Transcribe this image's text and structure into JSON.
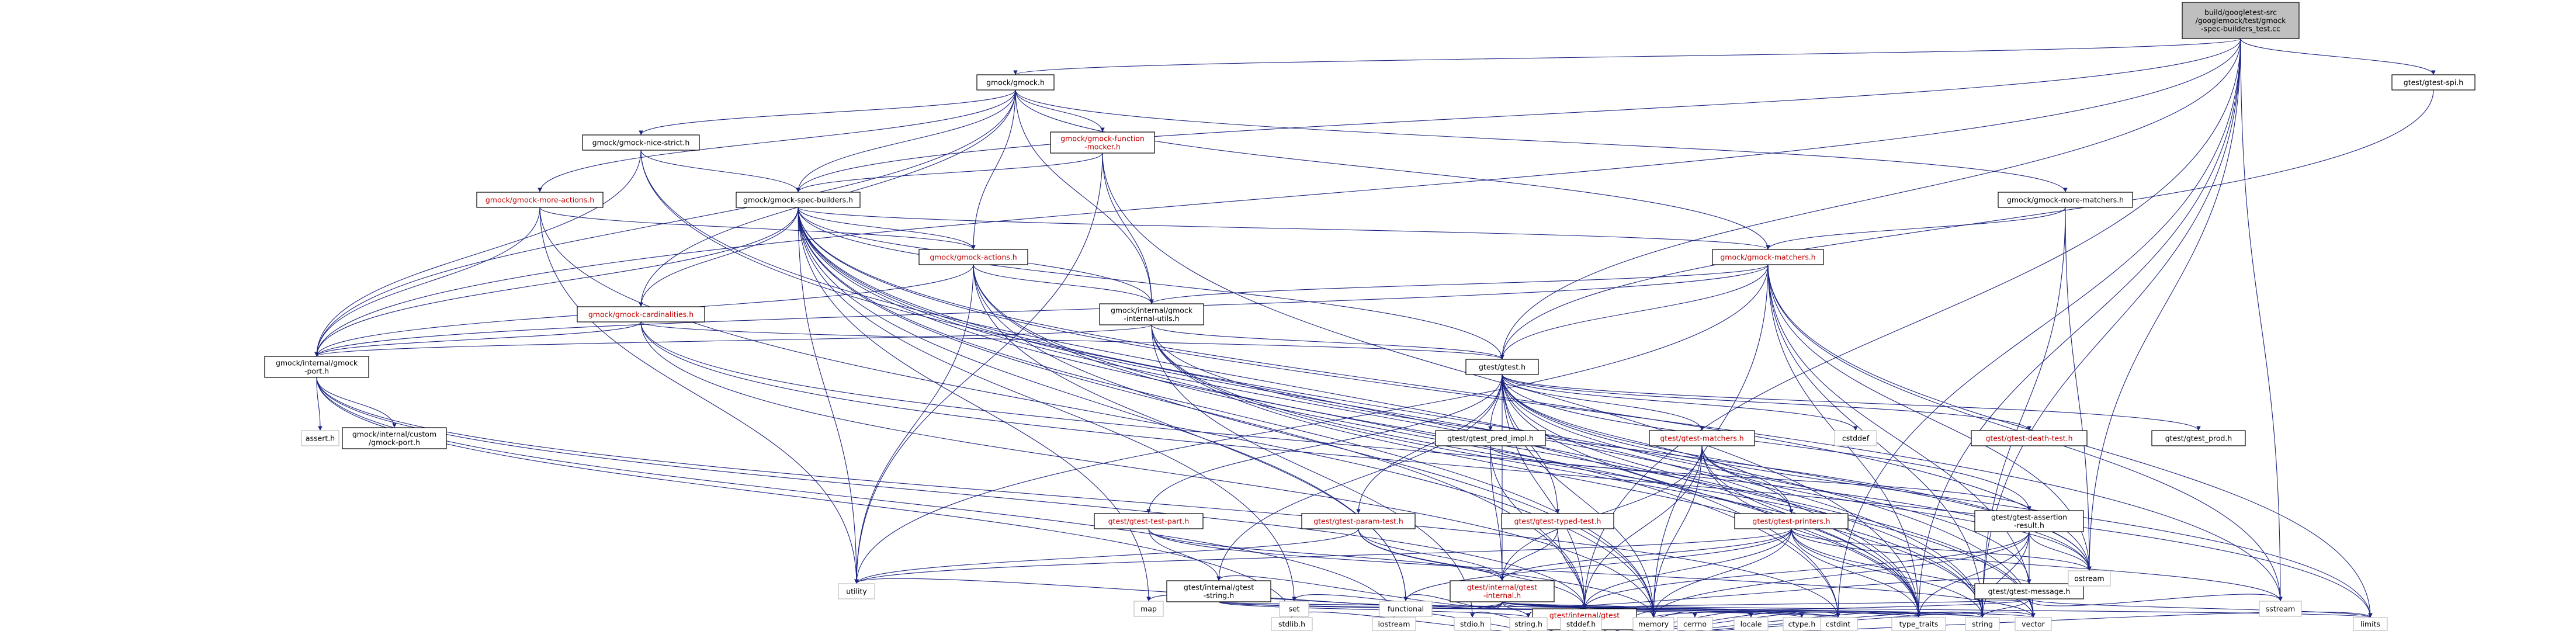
{
  "nodes": [
    {
      "id": "root",
      "lines": [
        "build/googletest-src",
        "/googlemock/test/gmock",
        "-spec-builders_test.cc"
      ],
      "style": "root"
    },
    {
      "id": "gmock_h",
      "lines": [
        "gmock/gmock.h"
      ],
      "style": "normal"
    },
    {
      "id": "spi",
      "lines": [
        "gtest/gtest-spi.h"
      ],
      "style": "normal"
    },
    {
      "id": "function_mocker",
      "lines": [
        "gmock/gmock-function",
        "-mocker.h"
      ],
      "style": "red"
    },
    {
      "id": "nice_strict",
      "lines": [
        "gmock/gmock-nice-strict.h"
      ],
      "style": "normal"
    },
    {
      "id": "more_actions",
      "lines": [
        "gmock/gmock-more-actions.h"
      ],
      "style": "red"
    },
    {
      "id": "more_matchers",
      "lines": [
        "gmock/gmock-more-matchers.h"
      ],
      "style": "normal"
    },
    {
      "id": "spec_builders",
      "lines": [
        "gmock/gmock-spec-builders.h"
      ],
      "style": "normal"
    },
    {
      "id": "actions",
      "lines": [
        "gmock/gmock-actions.h"
      ],
      "style": "red"
    },
    {
      "id": "matchers",
      "lines": [
        "gmock/gmock-matchers.h"
      ],
      "style": "red"
    },
    {
      "id": "cardinalities",
      "lines": [
        "gmock/gmock-cardinalities.h"
      ],
      "style": "red"
    },
    {
      "id": "internal_utils",
      "lines": [
        "gmock/internal/gmock",
        "-internal-utils.h"
      ],
      "style": "normal"
    },
    {
      "id": "gmock_port",
      "lines": [
        "gmock/internal/gmock",
        "-port.h"
      ],
      "style": "normal"
    },
    {
      "id": "gtest_h",
      "lines": [
        "gtest/gtest.h"
      ],
      "style": "normal"
    },
    {
      "id": "assert_h",
      "lines": [
        "assert.h"
      ],
      "style": "gray"
    },
    {
      "id": "custom_port",
      "lines": [
        "gmock/internal/custom",
        "/gmock-port.h"
      ],
      "style": "normal"
    },
    {
      "id": "cstddef",
      "lines": [
        "cstddef"
      ],
      "style": "gray"
    },
    {
      "id": "death_test",
      "lines": [
        "gtest/gtest-death-test.h"
      ],
      "style": "red"
    },
    {
      "id": "gtest_prod",
      "lines": [
        "gtest/gtest_prod.h"
      ],
      "style": "normal"
    },
    {
      "id": "pred_impl",
      "lines": [
        "gtest/gtest_pred_impl.h"
      ],
      "style": "normal"
    },
    {
      "id": "gtest_matchers",
      "lines": [
        "gtest/gtest-matchers.h"
      ],
      "style": "red"
    },
    {
      "id": "typed_test",
      "lines": [
        "gtest/gtest-typed-test.h"
      ],
      "style": "red"
    },
    {
      "id": "test_part",
      "lines": [
        "gtest/gtest-test-part.h"
      ],
      "style": "red"
    },
    {
      "id": "param_test",
      "lines": [
        "gtest/gtest-param-test.h"
      ],
      "style": "red"
    },
    {
      "id": "printers",
      "lines": [
        "gtest/gtest-printers.h"
      ],
      "style": "red"
    },
    {
      "id": "assertion_result",
      "lines": [
        "gtest/gtest-assertion",
        "-result.h"
      ],
      "style": "normal"
    },
    {
      "id": "internal_gtest",
      "lines": [
        "gtest/internal/gtest",
        "-internal.h"
      ],
      "style": "red"
    },
    {
      "id": "gtest_string",
      "lines": [
        "gtest/internal/gtest",
        "-string.h"
      ],
      "style": "normal"
    },
    {
      "id": "gtest_message",
      "lines": [
        "gtest/gtest-message.h"
      ],
      "style": "normal"
    },
    {
      "id": "gtest_port",
      "lines": [
        "gtest/internal/gtest",
        "-port.h"
      ],
      "style": "red"
    },
    {
      "id": "utility",
      "lines": [
        "utility"
      ],
      "style": "gray"
    },
    {
      "id": "ostream",
      "lines": [
        "ostream"
      ],
      "style": "gray"
    },
    {
      "id": "map",
      "lines": [
        "map"
      ],
      "style": "gray"
    },
    {
      "id": "set",
      "lines": [
        "set"
      ],
      "style": "gray"
    },
    {
      "id": "functional",
      "lines": [
        "functional"
      ],
      "style": "gray"
    },
    {
      "id": "sstream",
      "lines": [
        "sstream"
      ],
      "style": "gray"
    },
    {
      "id": "cstdint",
      "lines": [
        "cstdint"
      ],
      "style": "gray"
    },
    {
      "id": "vector",
      "lines": [
        "vector"
      ],
      "style": "gray"
    },
    {
      "id": "memory",
      "lines": [
        "memory"
      ],
      "style": "gray"
    },
    {
      "id": "stdlib_h",
      "lines": [
        "stdlib.h"
      ],
      "style": "gray"
    },
    {
      "id": "iostream",
      "lines": [
        "iostream"
      ],
      "style": "gray"
    },
    {
      "id": "stdio_h",
      "lines": [
        "stdio.h"
      ],
      "style": "gray"
    },
    {
      "id": "string_h",
      "lines": [
        "string.h"
      ],
      "style": "gray"
    },
    {
      "id": "stddef_h",
      "lines": [
        "stddef.h"
      ],
      "style": "gray"
    },
    {
      "id": "cerrno",
      "lines": [
        "cerrno"
      ],
      "style": "gray"
    },
    {
      "id": "locale",
      "lines": [
        "locale"
      ],
      "style": "gray"
    },
    {
      "id": "ctype_h",
      "lines": [
        "ctype.h"
      ],
      "style": "gray"
    },
    {
      "id": "type_traits",
      "lines": [
        "type_traits"
      ],
      "style": "gray"
    },
    {
      "id": "string",
      "lines": [
        "string"
      ],
      "style": "gray"
    },
    {
      "id": "limits",
      "lines": [
        "limits"
      ],
      "style": "gray"
    }
  ],
  "edges": [
    [
      "root",
      "gmock_h"
    ],
    [
      "root",
      "spi"
    ],
    [
      "root",
      "spec_builders"
    ],
    [
      "root",
      "gmock_port"
    ],
    [
      "root",
      "gtest_h"
    ],
    [
      "root",
      "gtest_port"
    ],
    [
      "root",
      "cstdint"
    ],
    [
      "root",
      "ostream"
    ],
    [
      "root",
      "sstream"
    ],
    [
      "root",
      "string"
    ],
    [
      "root",
      "type_traits"
    ],
    [
      "spi",
      "gtest_h"
    ],
    [
      "gmock_h",
      "function_mocker"
    ],
    [
      "gmock_h",
      "nice_strict"
    ],
    [
      "gmock_h",
      "more_actions"
    ],
    [
      "gmock_h",
      "more_matchers"
    ],
    [
      "gmock_h",
      "spec_builders"
    ],
    [
      "gmock_h",
      "actions"
    ],
    [
      "gmock_h",
      "matchers"
    ],
    [
      "gmock_h",
      "cardinalities"
    ],
    [
      "gmock_h",
      "internal_utils"
    ],
    [
      "gmock_h",
      "gmock_port"
    ],
    [
      "function_mocker",
      "spec_builders"
    ],
    [
      "function_mocker",
      "internal_utils"
    ],
    [
      "function_mocker",
      "utility"
    ],
    [
      "function_mocker",
      "type_traits"
    ],
    [
      "nice_strict",
      "spec_builders"
    ],
    [
      "nice_strict",
      "gmock_port"
    ],
    [
      "nice_strict",
      "cstdint"
    ],
    [
      "nice_strict",
      "type_traits"
    ],
    [
      "more_actions",
      "actions"
    ],
    [
      "more_actions",
      "gmock_port"
    ],
    [
      "more_actions",
      "memory"
    ],
    [
      "more_actions",
      "utility"
    ],
    [
      "more_matchers",
      "matchers"
    ],
    [
      "more_matchers",
      "ostream"
    ],
    [
      "more_matchers",
      "string"
    ],
    [
      "spec_builders",
      "actions"
    ],
    [
      "spec_builders",
      "matchers"
    ],
    [
      "spec_builders",
      "cardinalities"
    ],
    [
      "spec_builders",
      "internal_utils"
    ],
    [
      "spec_builders",
      "gmock_port"
    ],
    [
      "spec_builders",
      "gtest_h"
    ],
    [
      "spec_builders",
      "functional"
    ],
    [
      "spec_builders",
      "map"
    ],
    [
      "spec_builders",
      "set"
    ],
    [
      "spec_builders",
      "sstream"
    ],
    [
      "spec_builders",
      "vector"
    ],
    [
      "spec_builders",
      "memory"
    ],
    [
      "spec_builders",
      "ostream"
    ],
    [
      "spec_builders",
      "string"
    ],
    [
      "spec_builders",
      "type_traits"
    ],
    [
      "spec_builders",
      "utility"
    ],
    [
      "spec_builders",
      "cstdint"
    ],
    [
      "spec_builders",
      "gtest_port"
    ],
    [
      "actions",
      "internal_utils"
    ],
    [
      "actions",
      "gmock_port"
    ],
    [
      "actions",
      "functional"
    ],
    [
      "actions",
      "memory"
    ],
    [
      "actions",
      "string"
    ],
    [
      "actions",
      "type_traits"
    ],
    [
      "actions",
      "utility"
    ],
    [
      "matchers",
      "internal_utils"
    ],
    [
      "matchers",
      "gmock_port"
    ],
    [
      "matchers",
      "gtest_h"
    ],
    [
      "matchers",
      "ostream"
    ],
    [
      "matchers",
      "sstream"
    ],
    [
      "matchers",
      "string"
    ],
    [
      "matchers",
      "type_traits"
    ],
    [
      "matchers",
      "utility"
    ],
    [
      "matchers",
      "vector"
    ],
    [
      "matchers",
      "memory"
    ],
    [
      "matchers",
      "limits"
    ],
    [
      "cardinalities",
      "gmock_port"
    ],
    [
      "cardinalities",
      "gtest_h"
    ],
    [
      "cardinalities",
      "memory"
    ],
    [
      "cardinalities",
      "ostream"
    ],
    [
      "cardinalities",
      "limits"
    ],
    [
      "internal_utils",
      "gmock_port"
    ],
    [
      "internal_utils",
      "gtest_h"
    ],
    [
      "internal_utils",
      "ostream"
    ],
    [
      "internal_utils",
      "string"
    ],
    [
      "internal_utils",
      "type_traits"
    ],
    [
      "internal_utils",
      "vector"
    ],
    [
      "internal_utils",
      "stdio_h"
    ],
    [
      "gmock_port",
      "assert_h"
    ],
    [
      "gmock_port",
      "custom_port"
    ],
    [
      "gmock_port",
      "gtest_port"
    ],
    [
      "gmock_port",
      "cstdint"
    ],
    [
      "gmock_port",
      "stdlib_h"
    ],
    [
      "gmock_port",
      "iostream"
    ],
    [
      "gtest_h",
      "cstddef"
    ],
    [
      "gtest_h",
      "death_test"
    ],
    [
      "gtest_h",
      "gtest_prod"
    ],
    [
      "gtest_h",
      "pred_impl"
    ],
    [
      "gtest_h",
      "gtest_matchers"
    ],
    [
      "gtest_h",
      "typed_test"
    ],
    [
      "gtest_h",
      "test_part"
    ],
    [
      "gtest_h",
      "param_test"
    ],
    [
      "gtest_h",
      "printers"
    ],
    [
      "gtest_h",
      "assertion_result"
    ],
    [
      "gtest_h",
      "internal_gtest"
    ],
    [
      "gtest_h",
      "gtest_string"
    ],
    [
      "gtest_h",
      "gtest_message"
    ],
    [
      "gtest_h",
      "ostream"
    ],
    [
      "gtest_h",
      "limits"
    ],
    [
      "gtest_h",
      "memory"
    ],
    [
      "gtest_h",
      "vector"
    ],
    [
      "gtest_h",
      "type_traits"
    ],
    [
      "gtest_h",
      "gtest_port"
    ],
    [
      "pred_impl",
      "assertion_result"
    ],
    [
      "pred_impl",
      "internal_gtest"
    ],
    [
      "pred_impl",
      "gtest_port"
    ],
    [
      "gtest_matchers",
      "printers"
    ],
    [
      "gtest_matchers",
      "internal_gtest"
    ],
    [
      "gtest_matchers",
      "gtest_port"
    ],
    [
      "gtest_matchers",
      "atomic"
    ],
    [
      "gtest_matchers",
      "memory"
    ],
    [
      "gtest_matchers",
      "ostream"
    ],
    [
      "gtest_matchers",
      "string"
    ],
    [
      "gtest_matchers",
      "type_traits"
    ],
    [
      "typed_test",
      "internal_gtest"
    ],
    [
      "typed_test",
      "gtest_port"
    ],
    [
      "test_part",
      "internal_gtest"
    ],
    [
      "test_part",
      "gtest_string"
    ],
    [
      "test_part",
      "iosfwd"
    ],
    [
      "test_part",
      "vector"
    ],
    [
      "param_test",
      "internal_gtest"
    ],
    [
      "param_test",
      "gtest_port"
    ],
    [
      "param_test",
      "utility"
    ],
    [
      "param_test",
      "memory"
    ],
    [
      "printers",
      "internal_gtest"
    ],
    [
      "printers",
      "gtest_port"
    ],
    [
      "printers",
      "functional"
    ],
    [
      "printers",
      "memory"
    ],
    [
      "printers",
      "ostream"
    ],
    [
      "printers",
      "sstream"
    ],
    [
      "printers",
      "string"
    ],
    [
      "printers",
      "type_traits"
    ],
    [
      "printers",
      "utility"
    ],
    [
      "printers",
      "vector"
    ],
    [
      "assertion_result",
      "gtest_message"
    ],
    [
      "assertion_result",
      "gtest_port"
    ],
    [
      "assertion_result",
      "memory"
    ],
    [
      "assertion_result",
      "ostream"
    ],
    [
      "assertion_result",
      "string"
    ],
    [
      "assertion_result",
      "type_traits"
    ],
    [
      "internal_gtest",
      "gtest_message"
    ],
    [
      "internal_gtest",
      "gtest_string"
    ],
    [
      "internal_gtest",
      "gtest_port"
    ],
    [
      "internal_gtest",
      "functional"
    ],
    [
      "internal_gtest",
      "map"
    ],
    [
      "internal_gtest",
      "set"
    ],
    [
      "internal_gtest",
      "string"
    ],
    [
      "internal_gtest",
      "type_traits"
    ],
    [
      "internal_gtest",
      "utility"
    ],
    [
      "internal_gtest",
      "vector"
    ],
    [
      "internal_gtest",
      "limits"
    ],
    [
      "internal_gtest",
      "string_h"
    ],
    [
      "internal_gtest",
      "ctype_h"
    ],
    [
      "internal_gtest",
      "iomanip"
    ],
    [
      "internal_gtest",
      "cstdint"
    ],
    [
      "gtest_string",
      "gtest_port"
    ],
    [
      "gtest_string",
      "string_h"
    ],
    [
      "gtest_string",
      "cstdint"
    ],
    [
      "gtest_string",
      "string"
    ],
    [
      "gtest_message",
      "gtest_port"
    ],
    [
      "gtest_message",
      "limits"
    ],
    [
      "gtest_message",
      "memory"
    ],
    [
      "gtest_message",
      "sstream"
    ],
    [
      "gtest_message",
      "string"
    ],
    [
      "gtest_port",
      "cerrno"
    ],
    [
      "gtest_port",
      "cstdint"
    ],
    [
      "gtest_port",
      "iostream"
    ],
    [
      "gtest_port",
      "limits"
    ],
    [
      "gtest_port",
      "locale"
    ],
    [
      "gtest_port",
      "memory"
    ],
    [
      "gtest_port",
      "string"
    ],
    [
      "gtest_port",
      "tuple"
    ],
    [
      "gtest_port",
      "type_traits"
    ],
    [
      "gtest_port",
      "vector"
    ],
    [
      "gtest_port",
      "ctype_h"
    ],
    [
      "gtest_port",
      "stddef_h"
    ],
    [
      "gtest_port",
      "stdio_h"
    ],
    [
      "gtest_port",
      "stdlib_h"
    ],
    [
      "gtest_port",
      "string_h"
    ]
  ]
}
